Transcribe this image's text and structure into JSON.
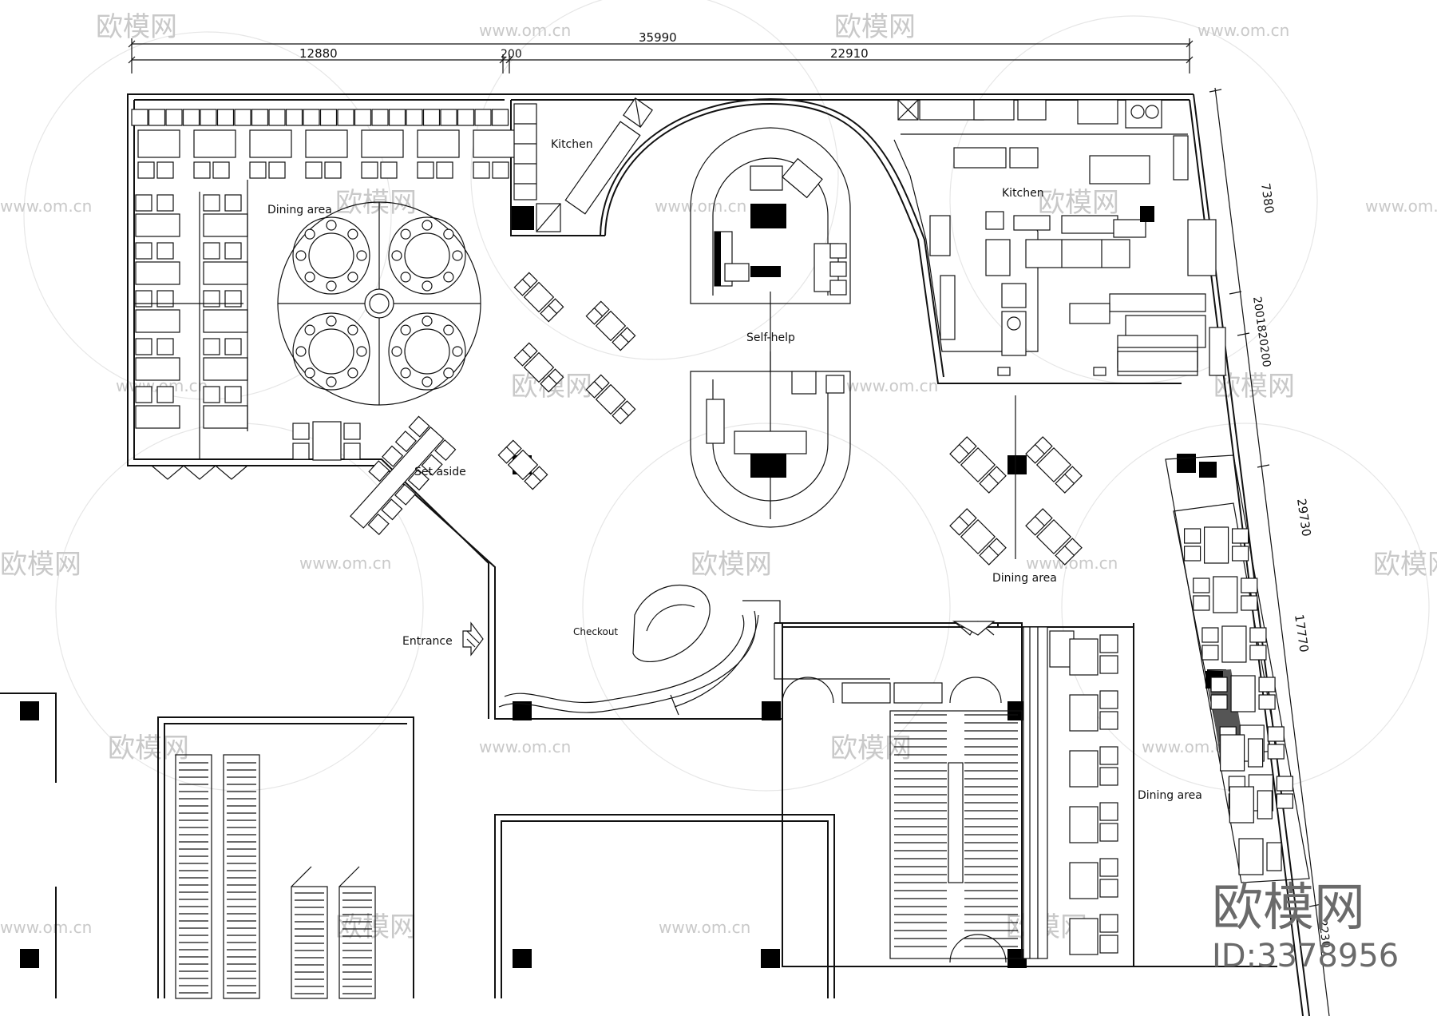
{
  "dimensions": {
    "total": "35990",
    "seg_left": "12880",
    "seg_mid": "200",
    "seg_right": "22910",
    "right_top": "7380",
    "right_small": "2001820200",
    "right_long": "29730",
    "right_mid": "17770",
    "right_bottom": "2230"
  },
  "labels": {
    "kitchen_left": "Kitchen",
    "kitchen_right": "Kitchen",
    "dining_left": "Dining area",
    "dining_center_right": "Dining area",
    "dining_far_right": "Dining area",
    "self_help": "Self-help",
    "set_aside": "Set aside",
    "checkout": "Checkout",
    "entrance": "Entrance"
  },
  "watermark": {
    "site": "www.om.cn",
    "brand": "欧模网",
    "big_brand": "欧模网",
    "id": "ID:3378956"
  }
}
